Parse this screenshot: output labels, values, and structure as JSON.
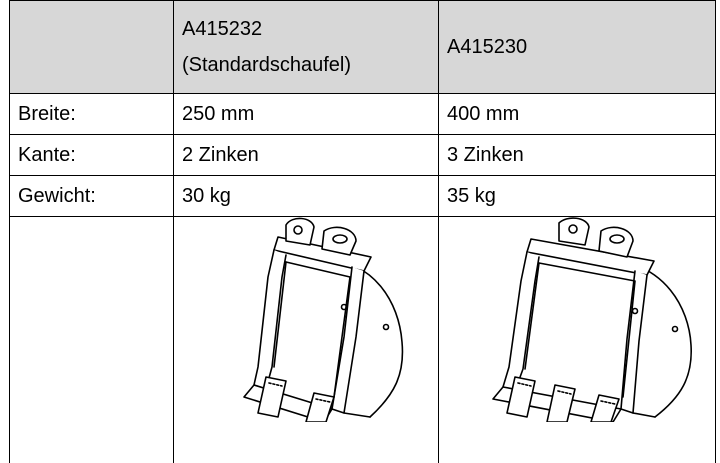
{
  "table": {
    "header": {
      "blank": "",
      "col1_line1": "A415232",
      "col1_line2": "(Standardschaufel)",
      "col2": "A415230"
    },
    "rows": [
      {
        "label": "Breite:",
        "v1": "250 mm",
        "v2": "400 mm"
      },
      {
        "label": "Kante:",
        "v1": "2 Zinken",
        "v2": "3 Zinken"
      },
      {
        "label": "Gewicht:",
        "v1": "30 kg",
        "v2": "35 kg"
      }
    ],
    "images": [
      {
        "icon": "bucket-2-teeth-illustration"
      },
      {
        "icon": "bucket-3-teeth-illustration"
      }
    ]
  }
}
